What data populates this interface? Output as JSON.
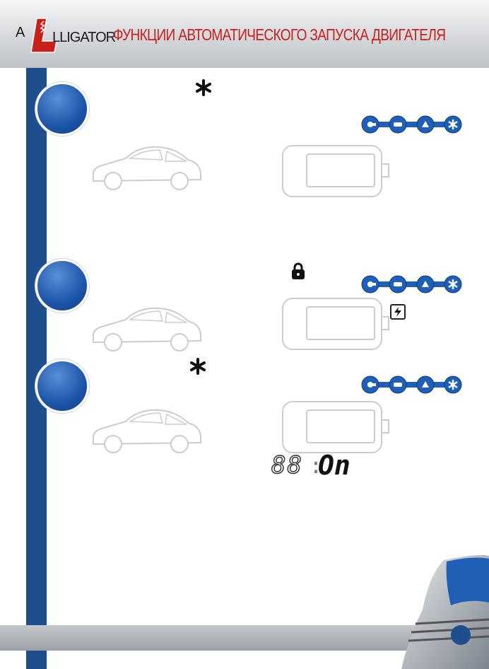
{
  "header": {
    "logo_text": "LLIGATOR",
    "title": "ФУНКЦИИ АВТОМАТИЧЕСКОГО ЗАПУСКА ДВИГАТЕЛЯ"
  },
  "colors": {
    "brand_red": "#c8201a",
    "brand_blue": "#1d4f8c",
    "key_blue": "#1f5fb5"
  },
  "steps": [
    {
      "symbol_icon": "asterisk-icon",
      "keys": [
        "key-1-icon",
        "key-2-icon",
        "key-3-icon",
        "asterisk-key-icon"
      ]
    },
    {
      "symbol_icon": "lock-icon",
      "keys": [
        "key-1-icon",
        "key-2-icon",
        "key-3-icon",
        "asterisk-key-icon"
      ],
      "indicator_icon": "lightning-icon"
    },
    {
      "symbol_icon": "asterisk-icon",
      "keys": [
        "key-1-icon",
        "key-2-icon",
        "key-3-icon",
        "asterisk-key-icon"
      ]
    }
  ],
  "lcd": {
    "digits_dim": "88",
    "value": "On"
  }
}
